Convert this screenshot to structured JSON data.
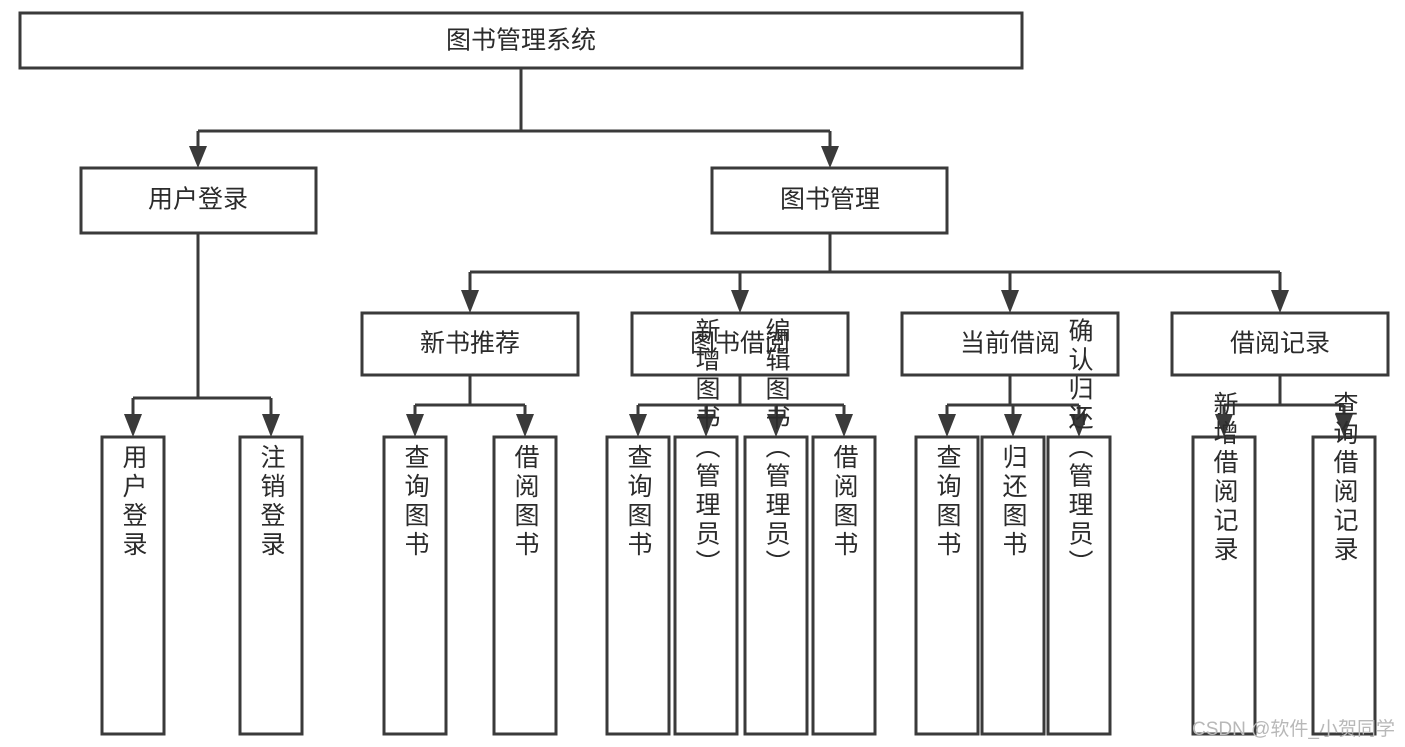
{
  "diagram": {
    "title": "图书管理系统",
    "type": "tree-hierarchy-diagram",
    "root": {
      "id": "root",
      "label": "图书管理系统"
    },
    "level2": [
      {
        "id": "user-login",
        "label": "用户登录"
      },
      {
        "id": "book-manage",
        "label": "图书管理"
      }
    ],
    "level3": [
      {
        "id": "new-book-recommend",
        "label": "新书推荐",
        "parent": "book-manage"
      },
      {
        "id": "book-borrow",
        "label": "图书借阅",
        "parent": "book-manage"
      },
      {
        "id": "current-borrow",
        "label": "当前借阅",
        "parent": "book-manage"
      },
      {
        "id": "borrow-record",
        "label": "借阅记录",
        "parent": "book-manage"
      }
    ],
    "leaves": {
      "user-login": [
        {
          "id": "leaf-user-login",
          "label": "用户登录"
        },
        {
          "id": "leaf-logout-login",
          "label": "注销登录"
        }
      ],
      "new-book-recommend": [
        {
          "id": "leaf-query-book-1",
          "label": "查询图书"
        },
        {
          "id": "leaf-borrow-book-1",
          "label": "借阅图书"
        }
      ],
      "book-borrow": [
        {
          "id": "leaf-query-book-2",
          "label": "查询图书"
        },
        {
          "id": "leaf-add-book",
          "label": "新增图书（管理员）"
        },
        {
          "id": "leaf-edit-book",
          "label": "编辑图书（管理员）"
        },
        {
          "id": "leaf-borrow-book-2",
          "label": "借阅图书"
        }
      ],
      "current-borrow": [
        {
          "id": "leaf-query-book-3",
          "label": "查询图书"
        },
        {
          "id": "leaf-return-book",
          "label": "归还图书"
        },
        {
          "id": "leaf-confirm-return",
          "label": "确认归还（管理员）"
        }
      ],
      "borrow-record": [
        {
          "id": "leaf-add-record",
          "label": "新增借阅记录"
        },
        {
          "id": "leaf-query-record",
          "label": "查询借阅记录"
        }
      ]
    }
  },
  "colors": {
    "background": "#ffffff",
    "node_fill": "#ffffff",
    "node_stroke": "#3a3a3a",
    "text": "#2b2b2b",
    "watermark": "#b8b8b8"
  },
  "watermark": {
    "text": "CSDN @软件_小贺同学"
  }
}
